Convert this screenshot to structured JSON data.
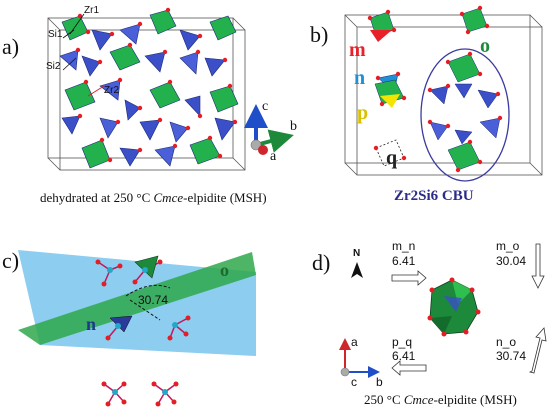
{
  "panels": {
    "a": {
      "label": "a)",
      "atom_labels": [
        "Zr1",
        "Si1",
        "Si2",
        "Zr2"
      ],
      "caption_prefix": "dehydrated at 250 °C ",
      "caption_italic": "Cmce",
      "caption_suffix": "-elpidite (MSH)"
    },
    "axes_abc": {
      "c": "c",
      "b": "b",
      "a": "a"
    },
    "b": {
      "label": "b)",
      "letters": {
        "m": {
          "text": "m",
          "color": "#e8202a"
        },
        "o": {
          "text": "o",
          "color": "#1c8a3a"
        },
        "n": {
          "text": "n",
          "color": "#1f8fd6"
        },
        "p": {
          "text": "p",
          "color": "#d9c000"
        },
        "q": {
          "text": "q",
          "color": "#222222"
        }
      },
      "cbu_label": "Zr2Si6 CBU"
    },
    "c": {
      "label": "c)",
      "plane_o": "o",
      "plane_n": "n",
      "angle": "30.74"
    },
    "d": {
      "label": "d)",
      "north": "N",
      "arrows": [
        {
          "name": "m_n",
          "value": "6.41"
        },
        {
          "name": "m_o",
          "value": "30.04"
        },
        {
          "name": "p_q",
          "value": "6.41"
        },
        {
          "name": "n_o",
          "value": "30.74"
        }
      ],
      "axes": {
        "a": "a",
        "c": "c",
        "b": "b"
      },
      "caption_prefix": "250 °C ",
      "caption_italic": "Cmce",
      "caption_suffix": "-elpidite (MSH)"
    }
  },
  "colors": {
    "zr_green": "#22b14c",
    "si_blue": "#3a4fc8",
    "oxygen_red": "#e41e26",
    "plane_blue": "#7fc8ee",
    "plane_green": "#2ea84a",
    "cbu_ellipse": "#3b3ba0"
  }
}
